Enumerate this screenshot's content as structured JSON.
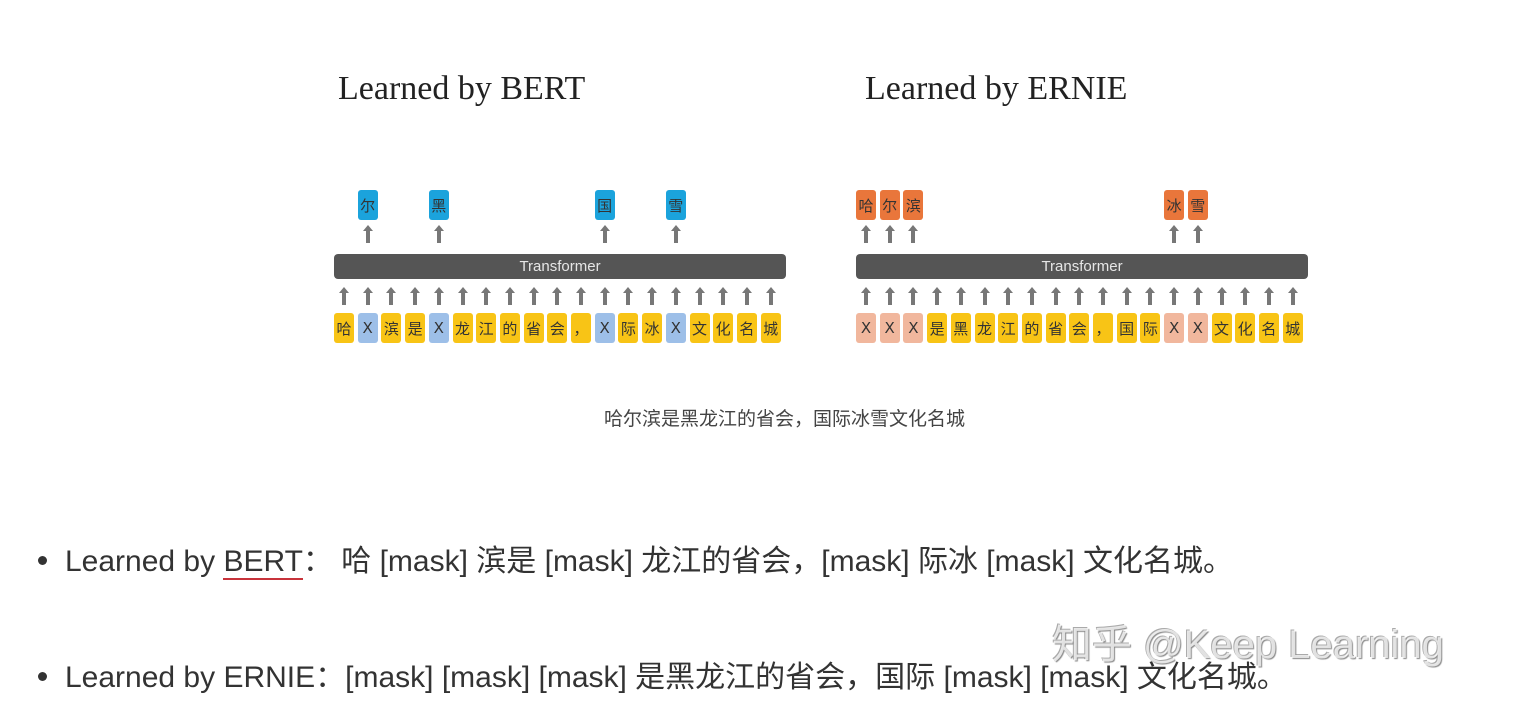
{
  "colors": {
    "plain": "#f8c416",
    "bert_mask": "#9dbfe8",
    "bert_out": "#1ba3dc",
    "ernie_mask": "#f1b79d",
    "ernie_out": "#e9763b"
  },
  "bert": {
    "title": "Learned by BERT",
    "transformer": "Transformer",
    "inputs": [
      [
        "哈",
        0
      ],
      [
        "X",
        1
      ],
      [
        "滨",
        0
      ],
      [
        "是",
        0
      ],
      [
        "X",
        1
      ],
      [
        "龙",
        0
      ],
      [
        "江",
        0
      ],
      [
        "的",
        0
      ],
      [
        "省",
        0
      ],
      [
        "会",
        0
      ],
      [
        "，",
        0
      ],
      [
        "X",
        1
      ],
      [
        "际",
        0
      ],
      [
        "冰",
        0
      ],
      [
        "X",
        1
      ],
      [
        "文",
        0
      ],
      [
        "化",
        0
      ],
      [
        "名",
        0
      ],
      [
        "城",
        0
      ]
    ],
    "outputs": [
      [
        "尔",
        1
      ],
      [
        "黑",
        4
      ],
      [
        "国",
        11
      ],
      [
        "雪",
        14
      ]
    ]
  },
  "ernie": {
    "title": "Learned by ERNIE",
    "transformer": "Transformer",
    "inputs": [
      [
        "X",
        1
      ],
      [
        "X",
        1
      ],
      [
        "X",
        1
      ],
      [
        "是",
        0
      ],
      [
        "黑",
        0
      ],
      [
        "龙",
        0
      ],
      [
        "江",
        0
      ],
      [
        "的",
        0
      ],
      [
        "省",
        0
      ],
      [
        "会",
        0
      ],
      [
        "，",
        0
      ],
      [
        "国",
        0
      ],
      [
        "际",
        0
      ],
      [
        "X",
        1
      ],
      [
        "X",
        1
      ],
      [
        "文",
        0
      ],
      [
        "化",
        0
      ],
      [
        "名",
        0
      ],
      [
        "城",
        0
      ]
    ],
    "outputs": [
      [
        "哈",
        0
      ],
      [
        "尔",
        1
      ],
      [
        "滨",
        2
      ],
      [
        "冰",
        13
      ],
      [
        "雪",
        14
      ]
    ]
  },
  "caption": "哈尔滨是黑龙江的省会，国际冰雪文化名城",
  "bullets": [
    {
      "prefix": "Learned by ",
      "term": "BERT",
      "text": "： 哈 [mask] 滨是 [mask] 龙江的省会，[mask] 际冰 [mask] 文化名城。"
    },
    {
      "prefix": "Learned by ",
      "term": "ERNIE",
      "text": "：[mask] [mask] [mask] 是黑龙江的省会，国际 [mask] [mask] 文化名城。"
    }
  ],
  "watermark": "知乎 @Keep Learning"
}
